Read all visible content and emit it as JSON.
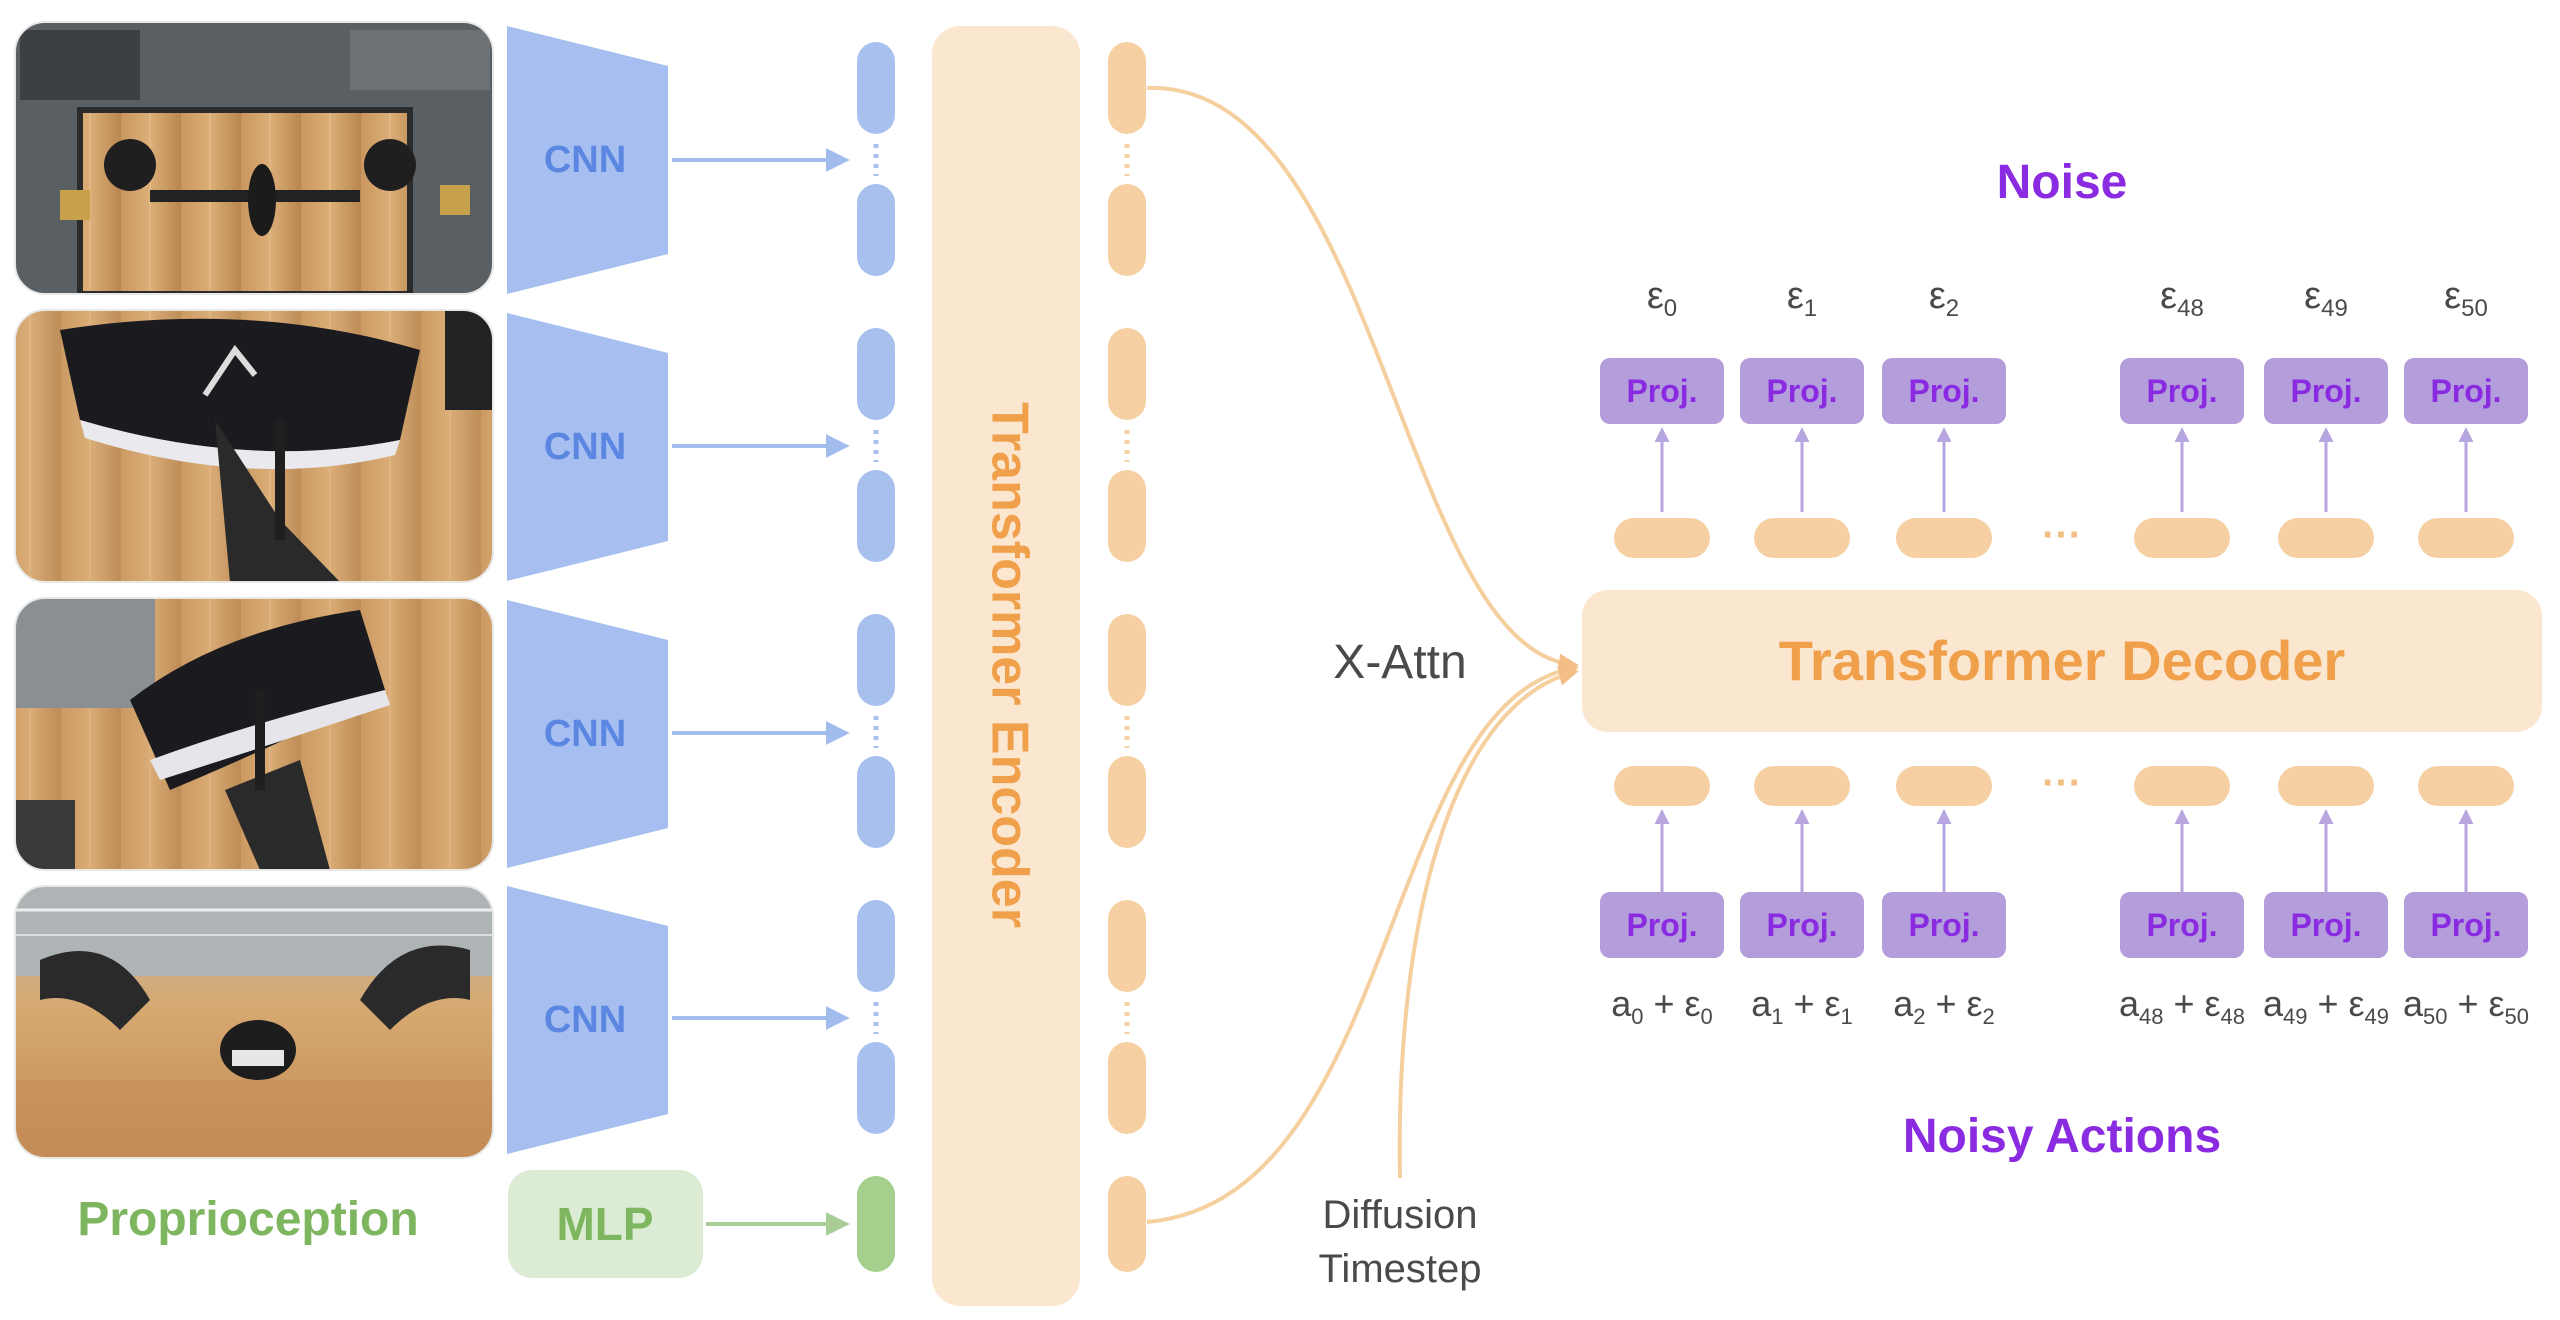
{
  "camera_images": [
    {
      "name": "overhead-camera-image",
      "scene": "overhead"
    },
    {
      "name": "left-wrist-camera-image",
      "scene": "wrist-left"
    },
    {
      "name": "right-wrist-camera-image",
      "scene": "wrist-right"
    },
    {
      "name": "front-camera-image",
      "scene": "front"
    }
  ],
  "encoders": {
    "cnn_label": "CNN",
    "mlp_label": "MLP",
    "proprioception_label": "Proprioception"
  },
  "transformer_encoder": {
    "label": "Transformer Encoder"
  },
  "transformer_decoder": {
    "label": "Transformer Decoder"
  },
  "x_attn_label": "X-Attn",
  "diffusion_timestep": {
    "line1": "Diffusion",
    "line2": "Timestep"
  },
  "noise_title": "Noise",
  "noisy_actions_title": "Noisy Actions",
  "proj_label": "Proj.",
  "ellipsis": "···",
  "noise_outputs": [
    {
      "sym": "ε",
      "sub": "0"
    },
    {
      "sym": "ε",
      "sub": "1"
    },
    {
      "sym": "ε",
      "sub": "2"
    },
    {
      "sym": "ε",
      "sub": "48"
    },
    {
      "sym": "ε",
      "sub": "49"
    },
    {
      "sym": "ε",
      "sub": "50"
    }
  ],
  "noisy_action_inputs": [
    {
      "a": "a",
      "a_sub": "0",
      "plus": " + ",
      "e": "ε",
      "e_sub": "0"
    },
    {
      "a": "a",
      "a_sub": "1",
      "plus": " + ",
      "e": "ε",
      "e_sub": "1"
    },
    {
      "a": "a",
      "a_sub": "2",
      "plus": " + ",
      "e": "ε",
      "e_sub": "2"
    },
    {
      "a": "a",
      "a_sub": "48",
      "plus": " + ",
      "e": "ε",
      "e_sub": "48"
    },
    {
      "a": "a",
      "a_sub": "49",
      "plus": " + ",
      "e": "ε",
      "e_sub": "49"
    },
    {
      "a": "a",
      "a_sub": "50",
      "plus": " + ",
      "e": "ε",
      "e_sub": "50"
    }
  ],
  "colors": {
    "cnn_blue": "#a6bff0",
    "cnn_text": "#5b86e2",
    "token_blue": "#a8c0ee",
    "arrow_blue": "#a3bcee",
    "encoder_fill": "#fbe6d0",
    "encoder_text": "#f0a04a",
    "token_orange": "#f6cfa2",
    "line_orange": "#f6cf9f",
    "mlp_fill": "#dcebd4",
    "green_text": "#7db65f",
    "token_green": "#a4cf8c",
    "proj_fill": "#b39ddb",
    "proj_text": "#8a2be2",
    "purple_title": "#8a2be2",
    "arrow_purple": "#b7a6e0",
    "text_gray": "#4a4a4a"
  }
}
